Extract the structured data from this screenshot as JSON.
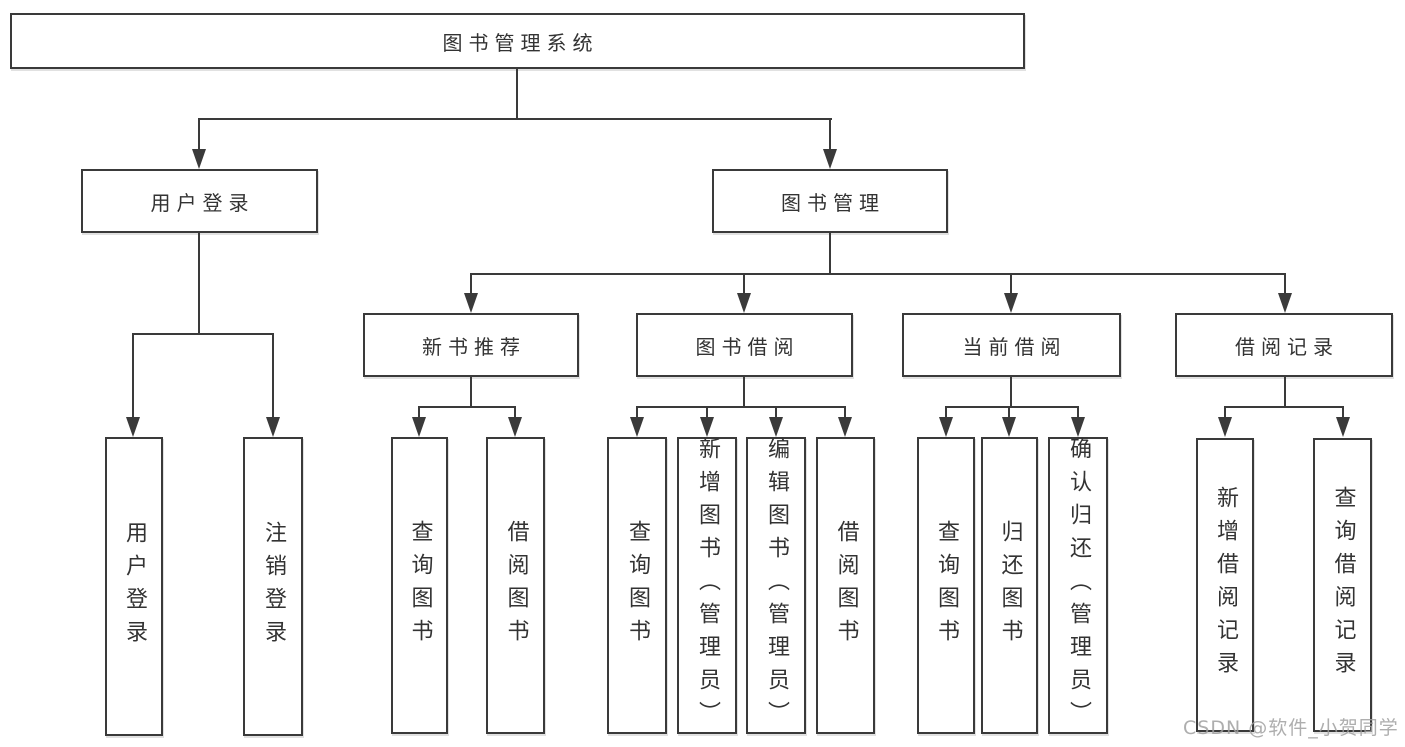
{
  "diagram": {
    "root": {
      "label": "图书管理系统"
    },
    "branches": [
      {
        "label": "用户登录",
        "children": [
          {
            "label": "用户登录"
          },
          {
            "label": "注销登录"
          }
        ]
      },
      {
        "label": "图书管理",
        "children": [
          {
            "label": "新书推荐",
            "children": [
              {
                "label": "查询图书"
              },
              {
                "label": "借阅图书"
              }
            ]
          },
          {
            "label": "图书借阅",
            "children": [
              {
                "label": "查询图书"
              },
              {
                "label": "新增图书（管理员）"
              },
              {
                "label": "编辑图书（管理员）"
              },
              {
                "label": "借阅图书"
              }
            ]
          },
          {
            "label": "当前借阅",
            "children": [
              {
                "label": "查询图书"
              },
              {
                "label": "归还图书"
              },
              {
                "label": "确认归还（管理员）"
              }
            ]
          },
          {
            "label": "借阅记录",
            "children": [
              {
                "label": "新增借阅记录"
              },
              {
                "label": "查询借阅记录"
              }
            ]
          }
        ]
      }
    ]
  },
  "watermark": {
    "text": "CSDN @软件_小贺同学"
  },
  "colors": {
    "line": "#3a3a3a",
    "text": "#333333",
    "background": "#ffffff",
    "watermark": "#a0a0a0"
  }
}
